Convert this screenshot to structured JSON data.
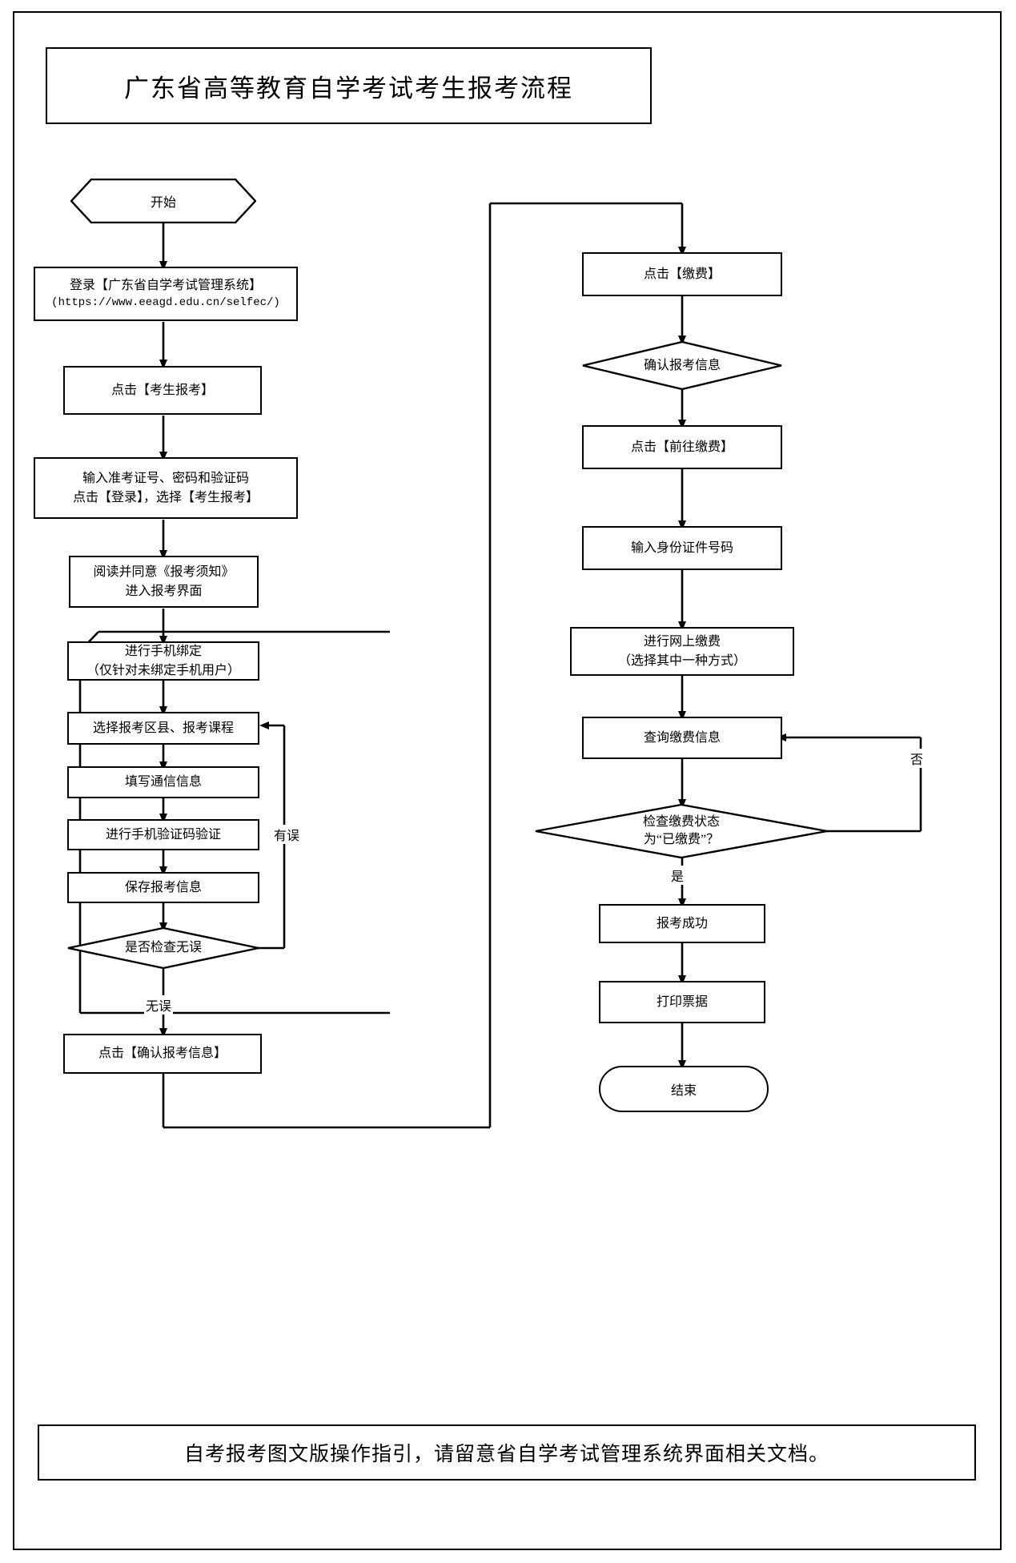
{
  "document": {
    "title": "广东省高等教育自学考试考生报考流程",
    "footer_note": "自考报考图文版操作指引，请留意省自学考试管理系统界面相关文档。"
  },
  "chart_data": {
    "type": "diagram",
    "subtype": "flowchart",
    "title": "广东省高等教育自学考试考生报考流程",
    "orientation": "two-column, top-to-bottom",
    "nodes": [
      {
        "id": "start",
        "shape": "hexagon",
        "column": "left",
        "text": "开始"
      },
      {
        "id": "login",
        "shape": "process",
        "column": "left",
        "text": "登录【广东省自学考试管理系统】",
        "text2": "(https://www.eeagd.edu.cn/selfec/)"
      },
      {
        "id": "click_exam",
        "shape": "process",
        "column": "left",
        "text": "点击【考生报考】"
      },
      {
        "id": "enter_creds",
        "shape": "process",
        "column": "left",
        "text": "输入准考证号、密码和验证码",
        "text2": "点击【登录】，选择【考生报考】"
      },
      {
        "id": "read_notice",
        "shape": "process",
        "column": "left",
        "text": "阅读并同意《报考须知》",
        "text2": "进入报考界面"
      },
      {
        "id": "bind_phone",
        "shape": "process",
        "column": "left",
        "text": "进行手机绑定",
        "text2": "（仅针对未绑定手机用户）"
      },
      {
        "id": "select_course",
        "shape": "process",
        "column": "left",
        "text": "选择报考区县、报考课程"
      },
      {
        "id": "fill_contact",
        "shape": "process",
        "column": "left",
        "text": "填写通信信息"
      },
      {
        "id": "verify_sms",
        "shape": "process",
        "column": "left",
        "text": "进行手机验证码验证"
      },
      {
        "id": "save_info",
        "shape": "process",
        "column": "left",
        "text": "保存报考信息"
      },
      {
        "id": "check_ok",
        "shape": "decision",
        "column": "left",
        "text": "是否检查无误"
      },
      {
        "id": "confirm_info",
        "shape": "process",
        "column": "left",
        "text": "点击【确认报考信息】"
      },
      {
        "id": "click_pay",
        "shape": "process",
        "column": "right",
        "text": "点击【缴费】"
      },
      {
        "id": "confirm_reg",
        "shape": "decision",
        "column": "right",
        "text": "确认报考信息"
      },
      {
        "id": "goto_pay",
        "shape": "process",
        "column": "right",
        "text": "点击【前往缴费】"
      },
      {
        "id": "enter_id",
        "shape": "process",
        "column": "right",
        "text": "输入身份证件号码"
      },
      {
        "id": "online_pay",
        "shape": "process",
        "column": "right",
        "text": "进行网上缴费",
        "text2": "（选择其中一种方式）"
      },
      {
        "id": "query_pay",
        "shape": "process",
        "column": "right",
        "text": "查询缴费信息"
      },
      {
        "id": "check_paid",
        "shape": "decision",
        "column": "right",
        "text": "检查缴费状态",
        "text2": "为“已缴费”？"
      },
      {
        "id": "success",
        "shape": "process",
        "column": "right",
        "text": "报考成功"
      },
      {
        "id": "print",
        "shape": "process",
        "column": "right",
        "text": "打印票据"
      },
      {
        "id": "end",
        "shape": "terminator",
        "column": "right",
        "text": "结束"
      }
    ],
    "edge_labels": {
      "has_error": "有误",
      "no_error": "无误",
      "yes": "是",
      "no": "否"
    }
  }
}
